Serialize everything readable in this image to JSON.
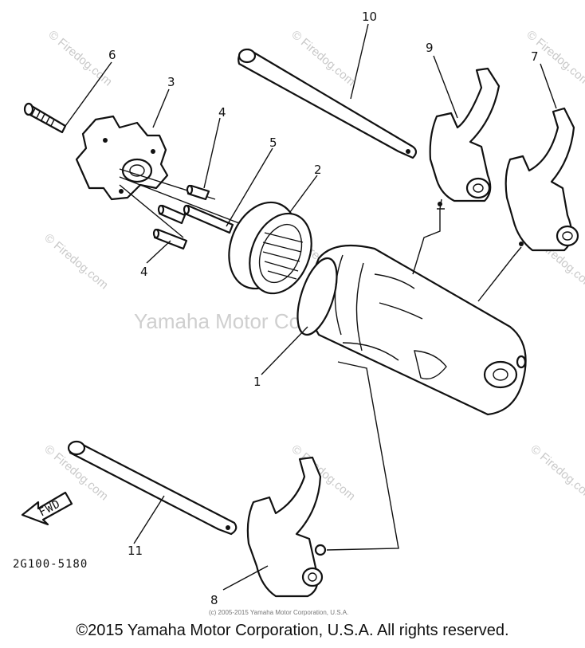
{
  "callouts": {
    "c1": "1",
    "c2": "2",
    "c3": "3",
    "c4a": "4",
    "c4b": "4",
    "c5": "5",
    "c6": "6",
    "c7": "7",
    "c8": "8",
    "c9": "9",
    "c10": "10",
    "c11": "11"
  },
  "part_code": "2G100-5180",
  "fwd_label": "FWD",
  "watermarks": {
    "main": "Yamaha Motor Corp., U.S.A.",
    "site": "© Firedog.com"
  },
  "small_copyright": "(c) 2005-2015 Yamaha Motor Corporation, U.S.A.",
  "footer": "©2015 Yamaha Motor Corporation, U.S.A. All rights reserved."
}
